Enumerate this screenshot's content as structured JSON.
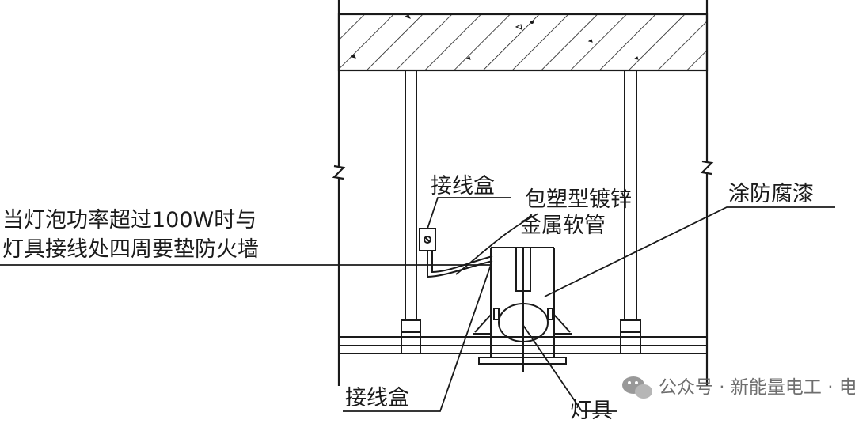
{
  "labels": {
    "junction_box_top": "接线盒",
    "conduit_line1": "包塑型镀锌",
    "conduit_line2": "金属软管",
    "anticorrosion": "涂防腐漆",
    "note_line1": "当灯泡功率超过100W时与",
    "note_line2": "灯具接线处四周要垫防火墙",
    "junction_box_bottom": "接线盒",
    "luminaire": "灯具"
  },
  "watermark": {
    "text": "公众号 · 新能量电工 · 电气设计圈",
    "icon": "wechat-icon"
  },
  "colors": {
    "line": "#1a1a1a",
    "background": "#ffffff",
    "watermark": "#666666"
  }
}
